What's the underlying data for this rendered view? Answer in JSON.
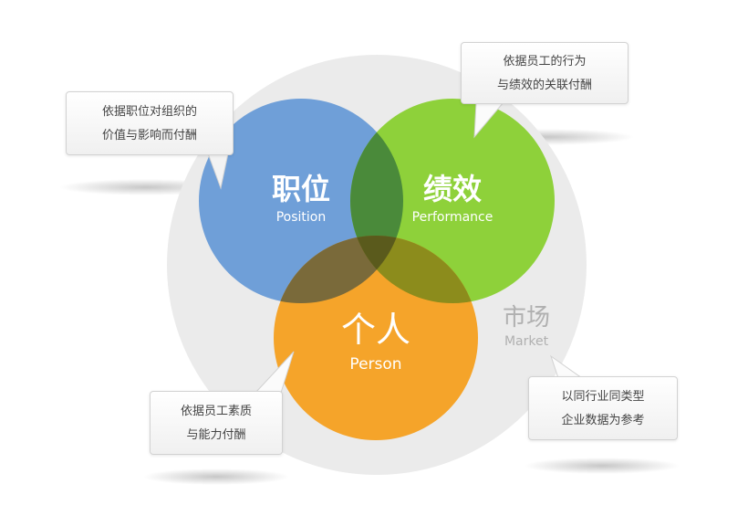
{
  "colors": {
    "market_bg": "#ebebeb",
    "position": "#6f9fd8",
    "performance": "#8ed13a",
    "person": "#f5a42a",
    "overlap_pos_perf": "#4a8a3a",
    "overlap_pos_person": "#7a6a3a",
    "overlap_perf_person": "#8c8c1c",
    "overlap_center": "#5a5a1c",
    "label": "#ffffff",
    "market_label": "#b0b0b0"
  },
  "circles": {
    "position": {
      "title": "职位",
      "subtitle": "Position"
    },
    "performance": {
      "title": "绩效",
      "subtitle": "Performance"
    },
    "person": {
      "title": "个人",
      "subtitle": "Person"
    }
  },
  "market": {
    "title": "市场",
    "subtitle": "Market"
  },
  "callouts": {
    "position": {
      "line1": "依据职位对组织的",
      "line2": "价值与影响而付酬"
    },
    "performance": {
      "line1": "依据员工的行为",
      "line2": "与绩效的关联付酬"
    },
    "person": {
      "line1": "依据员工素质",
      "line2": "与能力付酬"
    },
    "market": {
      "line1": "以同行业同类型",
      "line2": "企业数据为参考"
    }
  }
}
